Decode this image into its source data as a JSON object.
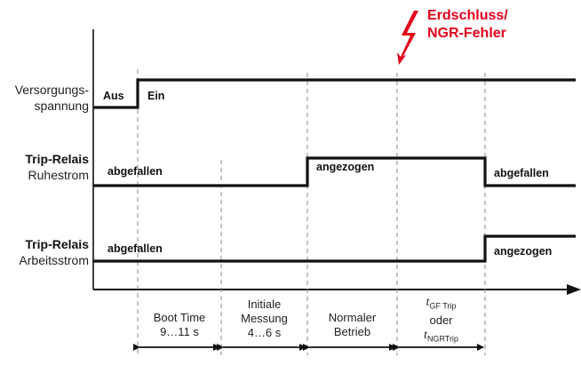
{
  "rows": {
    "supply": {
      "line1": "Versorgungs-",
      "line2": "spannung"
    },
    "ruhe": {
      "title": "Trip-Relais",
      "sub": "Ruhestrom"
    },
    "arbeit": {
      "title": "Trip-Relais",
      "sub": "Arbeitsstrom"
    }
  },
  "states": {
    "aus": "Aus",
    "ein": "Ein",
    "ruhe_1": "abgefallen",
    "ruhe_2": "angezogen",
    "ruhe_3": "abgefallen",
    "arbeit_1": "abgefallen",
    "arbeit_2": "angezogen"
  },
  "phases": {
    "boot": {
      "line1": "Boot Time",
      "line2": "9…11 s"
    },
    "initial": {
      "line1": "Initiale",
      "line2": "Messung",
      "line3": "4…6 s"
    },
    "normal": {
      "line1": "Normaler",
      "line2": "Betrieb"
    },
    "trip": {
      "t1_symbol": "t",
      "t1_sub": "GF Trip",
      "oder": "oder",
      "t2_symbol": "t",
      "t2_sub": "NGRTrip"
    }
  },
  "fault": {
    "line1": "Erdschluss/",
    "line2": "NGR-Fehler"
  },
  "colors": {
    "signal": "#111111",
    "fault": "#e3001b",
    "divider": "#888888"
  }
}
